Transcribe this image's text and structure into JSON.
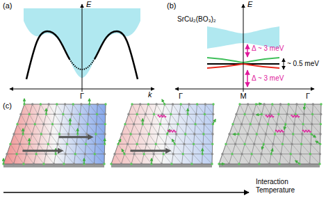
{
  "diagram": {
    "labels": [
      "(a)",
      "E",
      "k",
      "Γ",
      "(b)",
      "E",
      "SrCu₂(BO₃)₂",
      "Δ ~ 3 meV",
      "~ 0.5 meV",
      "Δ ~ 3 meV",
      "Γ",
      "M",
      "Γ",
      "(c)",
      "Interaction",
      "Temperature"
    ]
  }
}
